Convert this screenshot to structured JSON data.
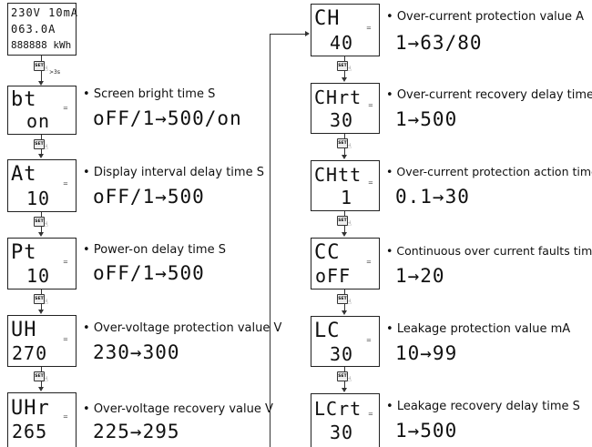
{
  "start": {
    "line1": "230V 10mA",
    "line2": "063.0A",
    "line3": "888888 kWh",
    "hold_label": ">3s"
  },
  "set_label": "SET",
  "left": [
    {
      "top": "bt",
      "bottom": "on",
      "desc": "Screen bright time S",
      "range": "oFF/1→500/on"
    },
    {
      "top": "At",
      "bottom": "10",
      "desc": "Display interval delay time S",
      "range": "oFF/1→500"
    },
    {
      "top": "Pt",
      "bottom": "10",
      "desc": "Power-on delay time S",
      "range": "oFF/1→500"
    },
    {
      "top": "UH",
      "bottom": "270",
      "desc": "Over-voltage protection value V",
      "range": "230→300"
    },
    {
      "top": "UHr",
      "bottom": "265",
      "desc": "Over-voltage recovery value V",
      "range": "225→295"
    }
  ],
  "right": [
    {
      "top": "CH",
      "bottom": "40",
      "desc": "Over-current protection value A",
      "range": "1→63/80"
    },
    {
      "top": "CHrt",
      "bottom": "30",
      "desc": "Over-current recovery delay time S",
      "range": "1→500"
    },
    {
      "top": "CHtt",
      "bottom": "1",
      "desc": "Over-current protection action time S",
      "range": "0.1→30"
    },
    {
      "top": "CC",
      "bottom": "oFF",
      "desc": "Continuous over current faults times",
      "range": "1→20"
    },
    {
      "top": "LC",
      "bottom": "30",
      "desc": "Leakage protection value mA",
      "range": "10→99"
    },
    {
      "top": "LCrt",
      "bottom": "30",
      "desc": "Leakage recovery delay time S",
      "range": "1→500"
    }
  ],
  "icons": {
    "set": "set-button-icon",
    "hand": "hand-press-icon",
    "arrow": "arrow-down-icon"
  }
}
